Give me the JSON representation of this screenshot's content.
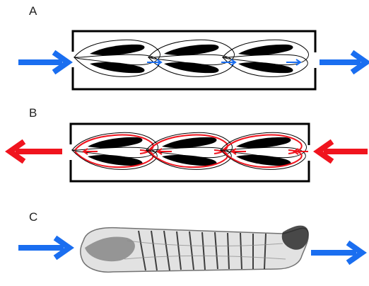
{
  "panels": [
    {
      "label": "A"
    },
    {
      "label": "B"
    },
    {
      "label": "C"
    }
  ],
  "colors": {
    "forward_flow": "#1a6ef0",
    "reverse_flow": "#f0141e",
    "outline": "#000000",
    "vane_fill": "#000000"
  },
  "icons": {
    "forward": "arrow-right-icon",
    "reverse": "arrow-left-icon"
  }
}
